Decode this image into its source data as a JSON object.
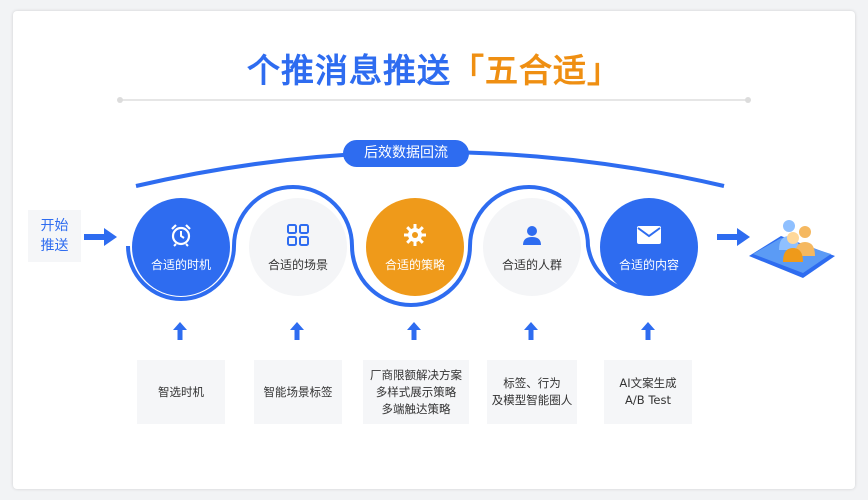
{
  "title": {
    "part1": "个推消息推送",
    "bracket_open": "「",
    "highlight": "五合适",
    "bracket_close": "」"
  },
  "feedback_label": "后效数据回流",
  "start": {
    "line1": "开始",
    "line2": "推送"
  },
  "steps": [
    {
      "label": "合适的时机",
      "icon": "alarm-clock-icon",
      "style": "blue"
    },
    {
      "label": "合适的场景",
      "icon": "grid-icon",
      "style": "grey"
    },
    {
      "label": "合适的策略",
      "icon": "gear-icon",
      "style": "orange"
    },
    {
      "label": "合适的人群",
      "icon": "person-icon",
      "style": "grey"
    },
    {
      "label": "合适的内容",
      "icon": "envelope-icon",
      "style": "blue"
    }
  ],
  "details": [
    {
      "lines": [
        "智选时机"
      ]
    },
    {
      "lines": [
        "智能场景标签"
      ]
    },
    {
      "lines": [
        "厂商限额解决方案",
        "多样式展示策略",
        "多端触达策略"
      ]
    },
    {
      "lines": [
        "标签、行为",
        "及模型智能圈人"
      ]
    },
    {
      "lines": [
        "AI文案生成",
        "A/B Test"
      ]
    }
  ],
  "colors": {
    "blue": "#2e6cf0",
    "orange": "#ef9a1a",
    "grey": "#f4f5f7"
  },
  "end_icon": "phone-users-icon"
}
